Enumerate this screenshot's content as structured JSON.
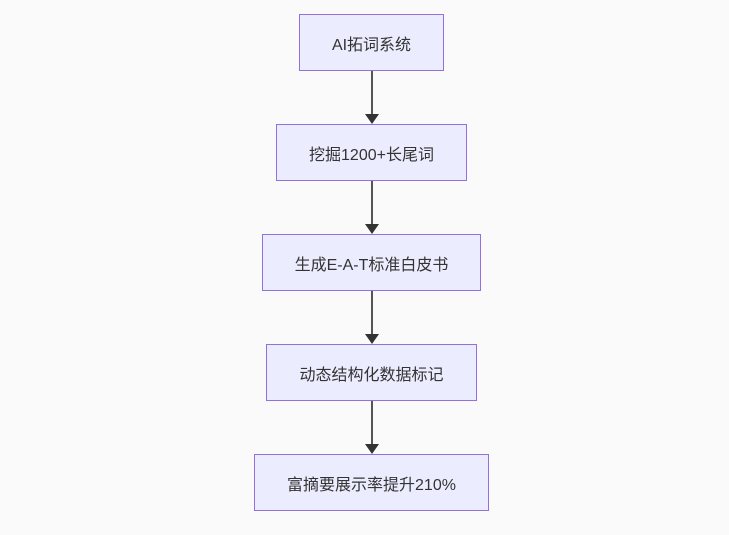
{
  "diagram": {
    "type": "flowchart-top-down",
    "colors": {
      "background": "#fafafa",
      "node_fill": "#ECECFF",
      "node_border": "#9370DB",
      "node_text": "#333333",
      "edge_line": "#555555",
      "edge_arrowhead": "#333333"
    },
    "nodes": [
      {
        "id": "A",
        "label": "AI拓词系统"
      },
      {
        "id": "B",
        "label": "挖掘1200+长尾词"
      },
      {
        "id": "C",
        "label": "生成E-A-T标准白皮书"
      },
      {
        "id": "D",
        "label": "动态结构化数据标记"
      },
      {
        "id": "E",
        "label": "富摘要展示率提升210%"
      }
    ],
    "edges": [
      {
        "from": "A",
        "to": "B"
      },
      {
        "from": "B",
        "to": "C"
      },
      {
        "from": "C",
        "to": "D"
      },
      {
        "from": "D",
        "to": "E"
      }
    ]
  }
}
